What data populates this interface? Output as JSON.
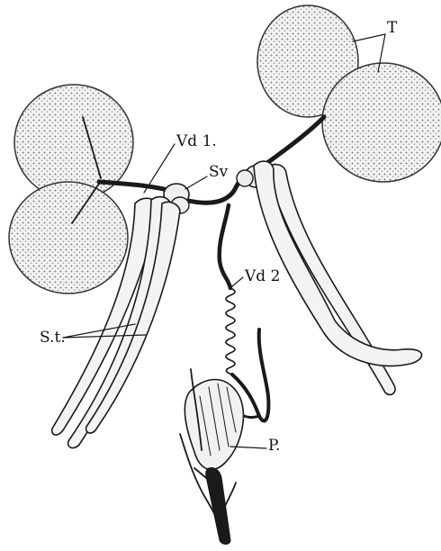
{
  "figure": {
    "labels": {
      "testis": "T",
      "vas_deferens_1": "Vd 1.",
      "seminal_vesicle": "Sv",
      "vas_deferens_2": "Vd 2",
      "spermathecal_tubes": "S.t.",
      "penis": "P."
    },
    "colors": {
      "ink": "#1a1a1a",
      "paper": "#ffffff",
      "shade": "#eaeaea"
    }
  }
}
